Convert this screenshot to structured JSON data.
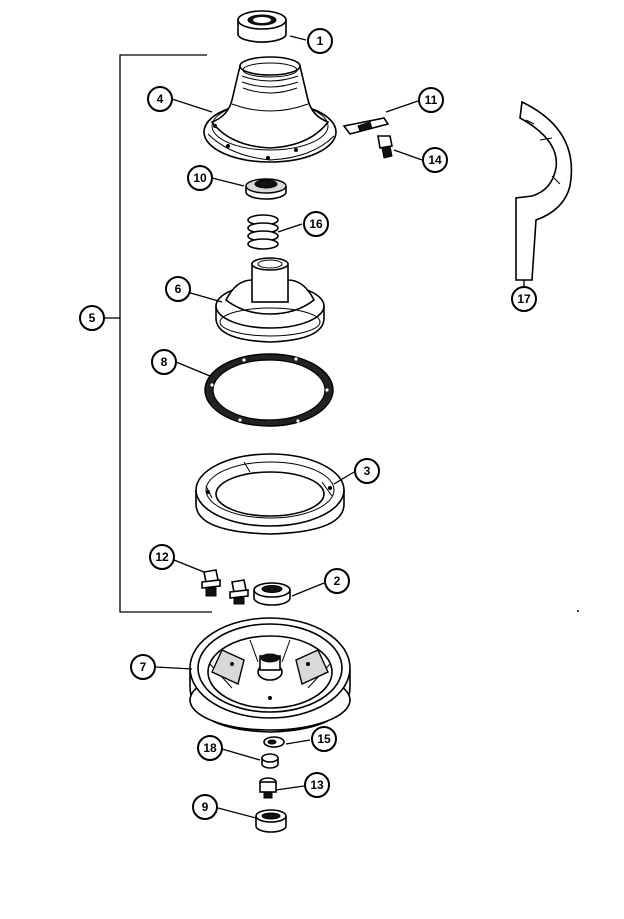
{
  "callouts": [
    {
      "id": "c1",
      "label": "1"
    },
    {
      "id": "c2",
      "label": "2"
    },
    {
      "id": "c3",
      "label": "3"
    },
    {
      "id": "c4",
      "label": "4"
    },
    {
      "id": "c5",
      "label": "5"
    },
    {
      "id": "c6",
      "label": "6"
    },
    {
      "id": "c7",
      "label": "7"
    },
    {
      "id": "c8",
      "label": "8"
    },
    {
      "id": "c9",
      "label": "9"
    },
    {
      "id": "c10",
      "label": "10"
    },
    {
      "id": "c11",
      "label": "11"
    },
    {
      "id": "c12",
      "label": "12"
    },
    {
      "id": "c13",
      "label": "13"
    },
    {
      "id": "c14",
      "label": "14"
    },
    {
      "id": "c15",
      "label": "15"
    },
    {
      "id": "c16",
      "label": "16"
    },
    {
      "id": "c17",
      "label": "17"
    },
    {
      "id": "c18",
      "label": "18"
    }
  ],
  "colors": {
    "line": "#000000",
    "background": "#ffffff"
  }
}
